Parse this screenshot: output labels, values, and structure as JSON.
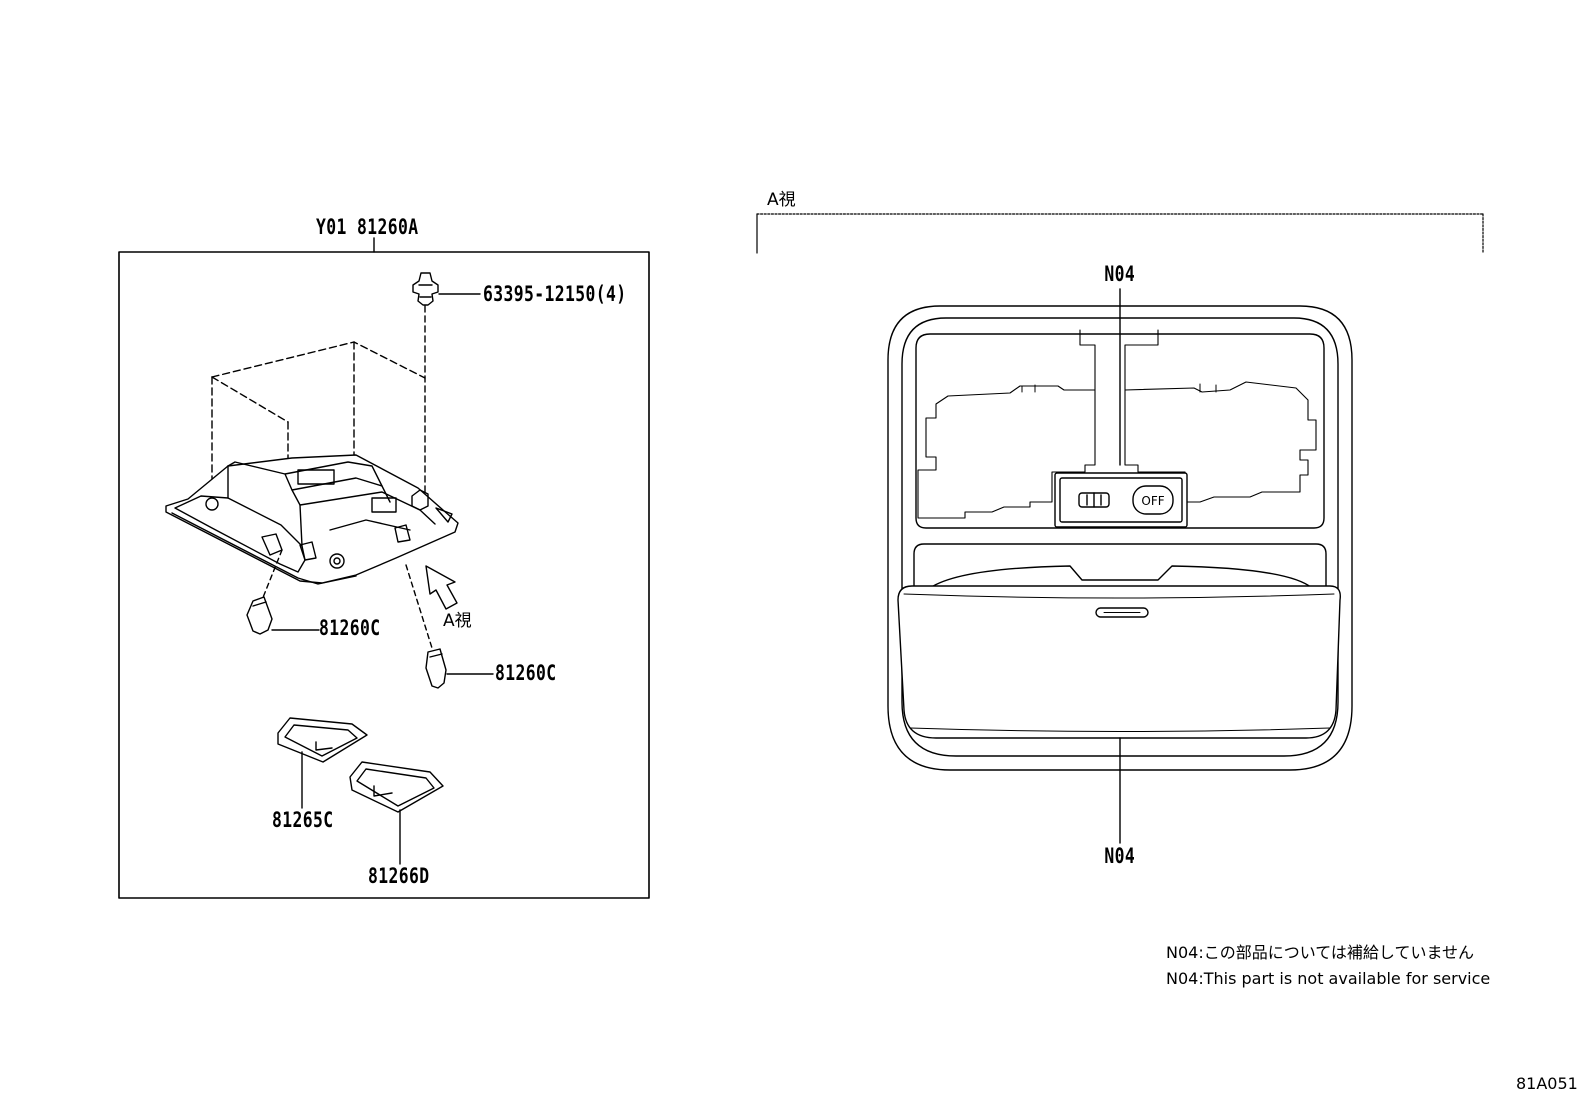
{
  "group_label": "Y01 81260A",
  "parts": {
    "clip": "63395-12150(4)",
    "bulb_left": "81260C",
    "bulb_right": "81260C",
    "lens_left": "81265C",
    "lens_right": "81266D"
  },
  "view_arrow_label": "A視",
  "view_title": "A視",
  "view_callouts": {
    "top": "N04",
    "bottom": "N04"
  },
  "notes": {
    "jp": "N04:この部品については補給していません",
    "en": "N04:This part is not available for service"
  },
  "diagram_code": "81A051"
}
